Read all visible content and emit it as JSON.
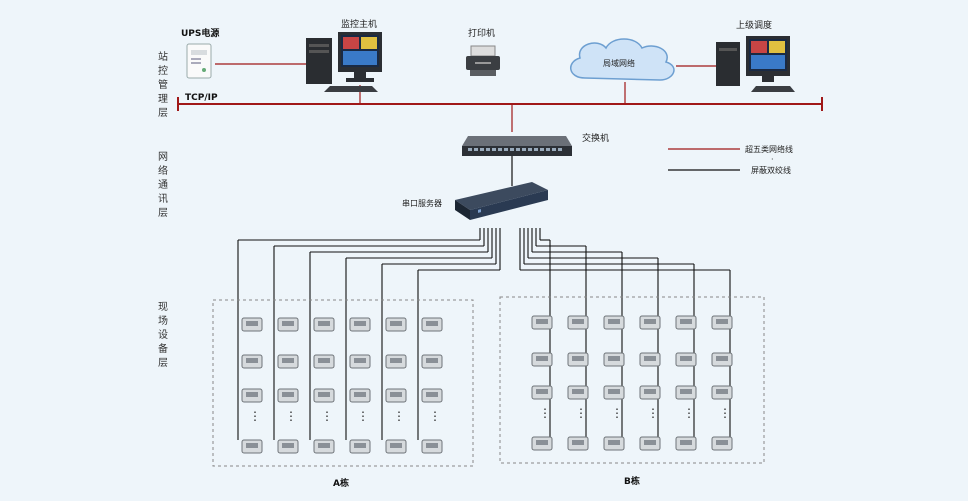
{
  "layers": {
    "station": [
      "站",
      "控",
      "管",
      "理",
      "层"
    ],
    "network": [
      "网",
      "络",
      "通",
      "讯",
      "层"
    ],
    "field": [
      "现",
      "场",
      "设",
      "备",
      "层"
    ]
  },
  "labels": {
    "ups": "UPS电源",
    "host": "监控主机",
    "printer": "打印机",
    "lan": "局域网络",
    "dispatch": "上级调度",
    "tcpip": "TCP/IP",
    "switch": "交换机",
    "serial": "串口服务器",
    "zone_a": "A栋",
    "zone_b": "B栋"
  },
  "legend": {
    "items": [
      {
        "label": "超五类网络线",
        "color": "#a01818"
      },
      {
        "label": "屏蔽双绞线",
        "color": "#111111"
      }
    ],
    "dot": "·"
  },
  "colors": {
    "ethernet": "#a01818",
    "twisted_pair": "#111111",
    "background": "#eef5fa"
  },
  "icons": {
    "ups": "ups-icon",
    "host": "computer-icon",
    "printer": "printer-icon",
    "lan": "cloud-icon",
    "dispatch": "computer-icon",
    "switch": "switch-icon",
    "serial": "serial-server-icon",
    "meter": "meter-icon"
  },
  "ellipsis": "⋮"
}
